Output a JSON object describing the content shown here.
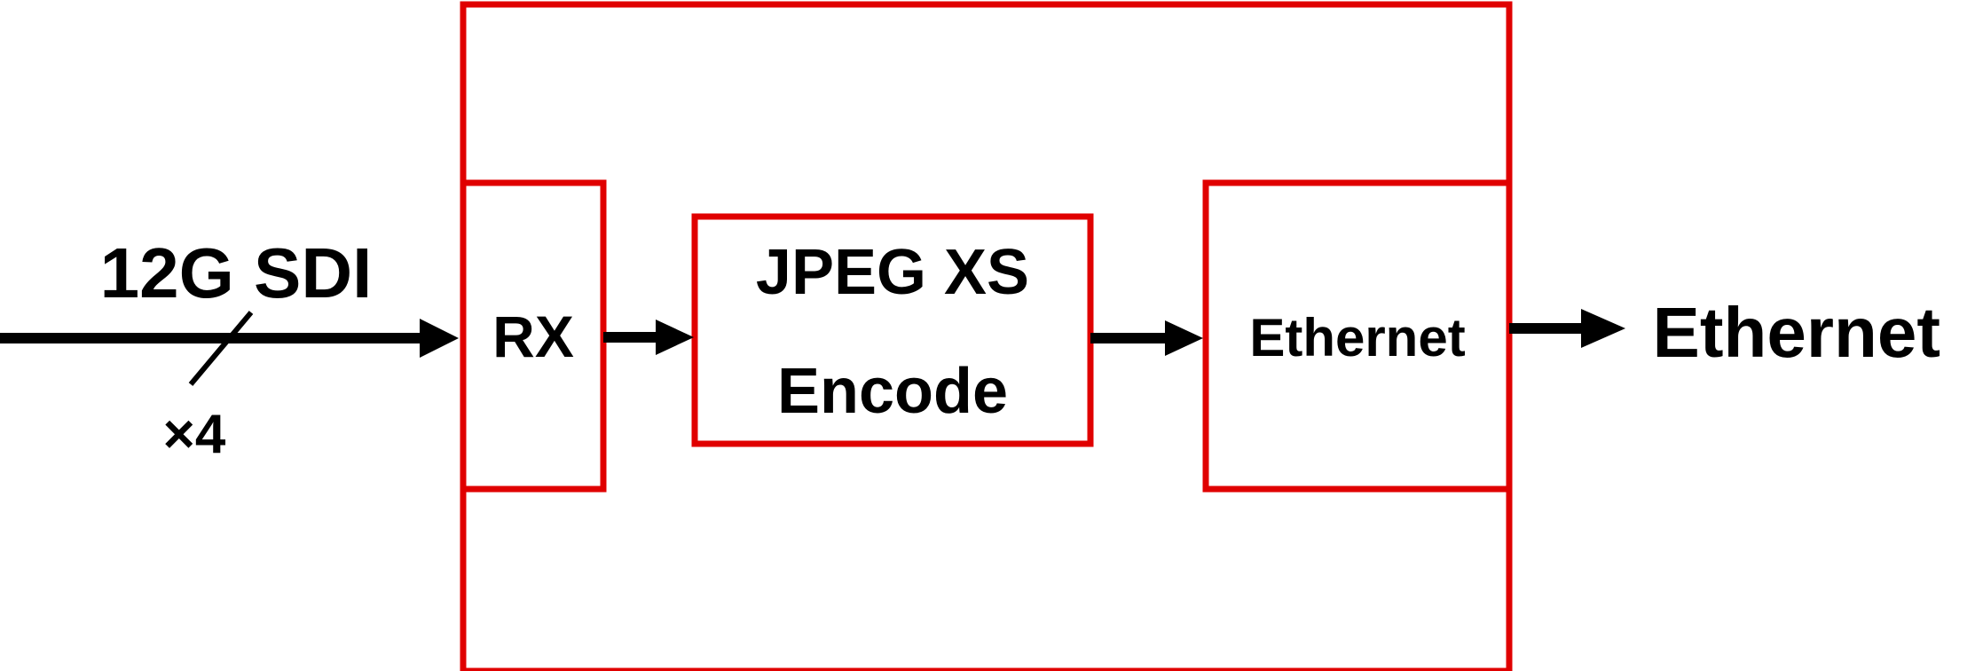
{
  "colors": {
    "box_stroke": "#e00000",
    "line": "#000000",
    "background": "#ffffff"
  },
  "input": {
    "label": "12G SDI",
    "multiplier": "×4"
  },
  "blocks": {
    "rx": {
      "label": "RX"
    },
    "encoder": {
      "line1": "JPEG XS",
      "line2": "Encode"
    },
    "ethernet": {
      "label": "Ethernet"
    }
  },
  "output": {
    "label": "Ethernet"
  }
}
